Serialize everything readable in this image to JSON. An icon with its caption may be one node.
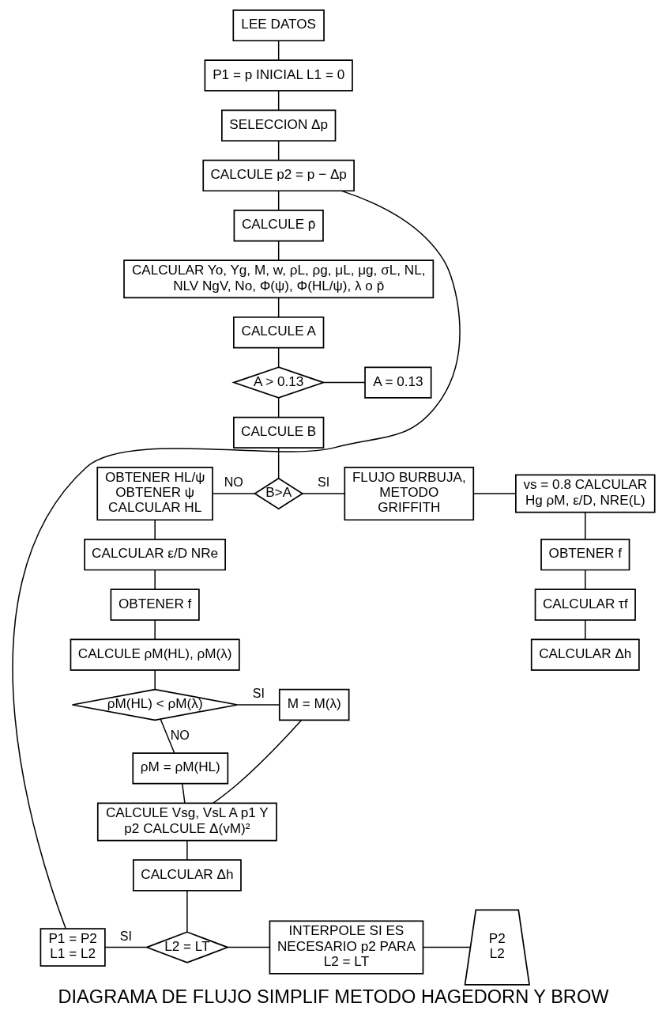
{
  "diagram": {
    "title": "DIAGRAMA DE FLUJO SIMPLIF METODO HAGEDORN Y BROW",
    "nodes": [
      {
        "text": [
          "LEE DATOS"
        ]
      },
      {
        "text": [
          "P1 = p INICIAL L1 = 0"
        ]
      },
      {
        "text": [
          "SELECCION Δp"
        ]
      },
      {
        "text": [
          "CALCULE p2 = p − Δp"
        ]
      },
      {
        "text": [
          "CALCULE p̄"
        ]
      },
      {
        "text": [
          "CALCULAR Yo, Yg, M, w, ρL, ρg, μL, μg, σL, NL, NLV NgV, No, Φ(ψ), Φ(HL/ψ), λ o p̄"
        ]
      },
      {
        "text": [
          "CALCULE A"
        ]
      },
      {
        "text": [
          "A > 0.13"
        ]
      },
      {
        "text": [
          "A = 0.13"
        ]
      },
      {
        "text": [
          "CALCULE B"
        ]
      },
      {
        "text": [
          "B>A"
        ]
      },
      {
        "text": [
          "OBTENER HL/ψ OBTENER ψ CALCULAR HL"
        ]
      },
      {
        "text": [
          "FLUJO BURBUJA, METODO GRIFFITH"
        ]
      },
      {
        "text": [
          "vs = 0.8 CALCULAR Hg ρM, ε/D, NRE(L)"
        ]
      },
      {
        "text": [
          "OBTENER f"
        ]
      },
      {
        "text": [
          "CALCULAR τf"
        ]
      },
      {
        "text": [
          "CALCULAR Δh"
        ]
      },
      {
        "text": [
          "CALCULAR ε/D NRe"
        ]
      },
      {
        "text": [
          "OBTENER f"
        ]
      },
      {
        "text": [
          "CALCULE ρM(HL), ρM(λ)"
        ]
      },
      {
        "text": [
          "ρM(HL) < ρM(λ)"
        ]
      },
      {
        "text": [
          "M = M(λ)"
        ]
      },
      {
        "text": [
          "ρM = ρM(HL)"
        ]
      },
      {
        "text": [
          "CALCULE Vsg, VsL A p1 Y p2 CALCULE Δ(vM)²"
        ]
      },
      {
        "text": [
          "CALCULAR Δh"
        ]
      },
      {
        "text": [
          "L2 = LT"
        ]
      },
      {
        "text": [
          "P1 = P2 L1 = L2"
        ]
      },
      {
        "text": [
          "INTERPOLE SI ES NECESARIO p2 PARA L2 = LT"
        ]
      },
      {
        "text": [
          "P2",
          "L2"
        ]
      }
    ],
    "edges": [
      {
        "from": 0,
        "to": 1,
        "arrow": "none"
      },
      {
        "from": 1,
        "to": 2,
        "arrow": "none"
      },
      {
        "from": 2,
        "to": 3,
        "arrow": "none"
      },
      {
        "from": 3,
        "to": 4,
        "arrow": "none"
      },
      {
        "from": 4,
        "to": 5,
        "arrow": "none"
      },
      {
        "from": 5,
        "to": 6,
        "arrow": "none"
      },
      {
        "from": 6,
        "to": 7,
        "arrow": "none"
      },
      {
        "from": 7,
        "to": 8,
        "arrow": "none"
      },
      {
        "from": 7,
        "to": 9,
        "arrow": "none"
      },
      {
        "from": 9,
        "to": 10,
        "arrow": "none"
      },
      {
        "from": 10,
        "to": 11,
        "arrow": "none",
        "label": "NO"
      },
      {
        "from": 10,
        "to": 12,
        "arrow": "none",
        "label": "SI"
      },
      {
        "from": 12,
        "to": 13,
        "arrow": "none"
      },
      {
        "from": 13,
        "to": 14,
        "arrow": "none"
      },
      {
        "from": 14,
        "to": 15,
        "arrow": "none"
      },
      {
        "from": 15,
        "to": 16,
        "arrow": "none"
      },
      {
        "from": 11,
        "to": 17,
        "arrow": "none"
      },
      {
        "from": 17,
        "to": 18,
        "arrow": "none"
      },
      {
        "from": 18,
        "to": 19,
        "arrow": "none"
      },
      {
        "from": 19,
        "to": 20,
        "arrow": "none"
      },
      {
        "from": 20,
        "to": 21,
        "arrow": "none",
        "label": "SI"
      },
      {
        "from": 20,
        "to": 22,
        "arrow": "none",
        "label": "NO"
      },
      {
        "from": 22,
        "to": 23,
        "arrow": "none"
      },
      {
        "from": 21,
        "to": 23,
        "arrow": "none"
      },
      {
        "from": 23,
        "to": 24,
        "arrow": "none"
      },
      {
        "from": 24,
        "to": 25,
        "arrow": "none"
      },
      {
        "from": 25,
        "to": 26,
        "arrow": "none",
        "label": "SI"
      },
      {
        "from": 25,
        "to": 27,
        "arrow": "none"
      },
      {
        "from": 27,
        "to": 28,
        "arrow": "none"
      },
      {
        "from": 26,
        "to": 3,
        "arrow": "none"
      }
    ]
  }
}
